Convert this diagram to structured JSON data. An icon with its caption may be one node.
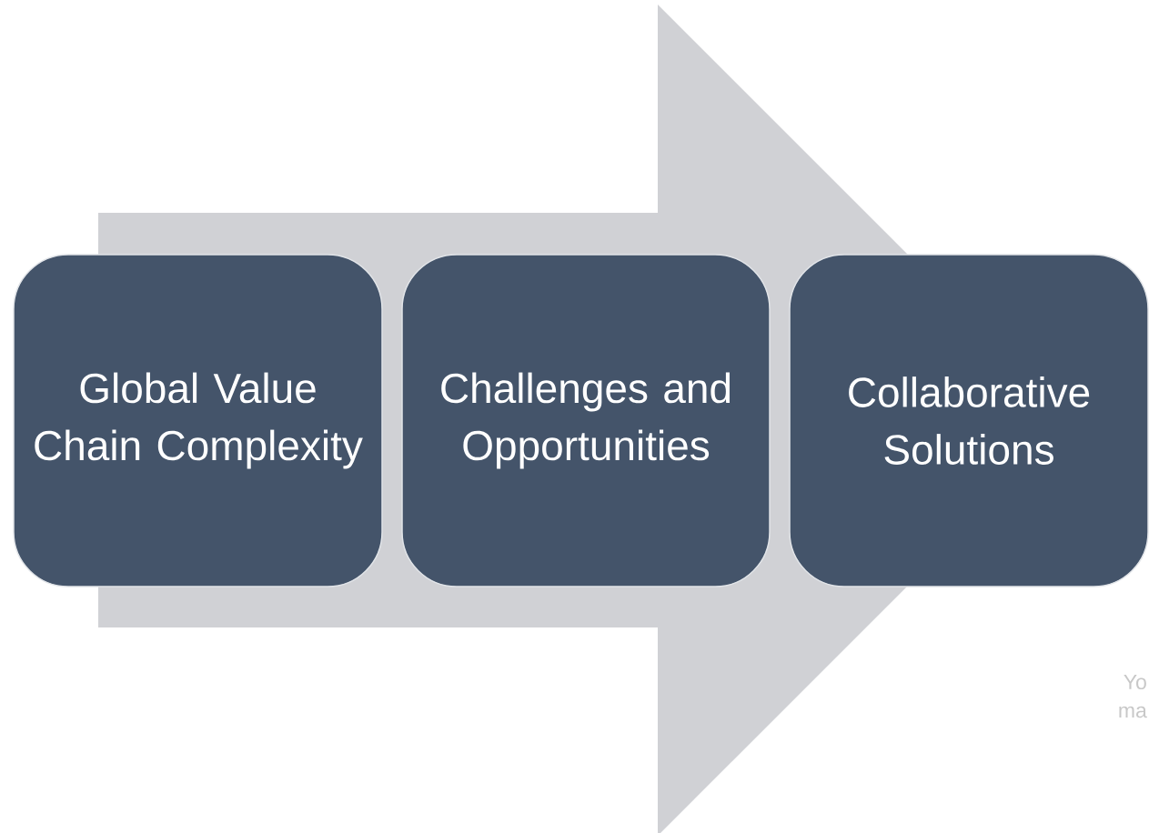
{
  "diagram": {
    "nodes": [
      {
        "text": [
          "Global Value Chain Complexity"
        ]
      },
      {
        "text": [
          "Challenges and Opportunities"
        ]
      },
      {
        "text": [
          "Collaborative Solutions"
        ]
      }
    ],
    "edges": [
      {
        "from": 0,
        "to": 2,
        "arrow": "to"
      }
    ],
    "labels": [
      "Yo",
      "ma"
    ]
  }
}
